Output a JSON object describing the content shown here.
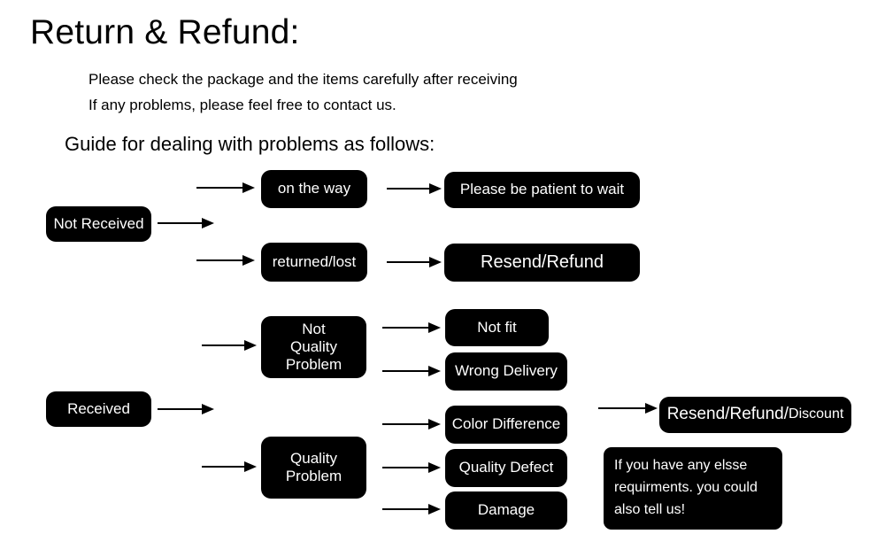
{
  "header": {
    "title": "Return & Refund:",
    "intro_line_1": "Please check the package and the items carefully after receiving",
    "intro_line_2": "If any problems, please feel free to contact us.",
    "guide_heading": "Guide for dealing with problems as follows:"
  },
  "colors": {
    "node_background": "#000000",
    "node_text": "#ffffff",
    "page_background": "#ffffff",
    "arrow": "#000000"
  },
  "flowchart": {
    "type": "diagram",
    "branches": [
      {
        "root": "Not Received",
        "children": [
          {
            "label": "on the way",
            "outcome": "Please be patient to wait"
          },
          {
            "label": "returned/lost",
            "outcome": "Resend/Refund"
          }
        ]
      },
      {
        "root": "Received",
        "children": [
          {
            "label": "Not Quality Problem",
            "outcome": [
              "Not fit",
              "Wrong Delivery"
            ]
          },
          {
            "label": "Quality Problem",
            "outcome": [
              "Color Difference",
              "Quality Defect",
              "Damage"
            ]
          }
        ]
      }
    ]
  },
  "nodes": {
    "not_received": "Not Received",
    "on_the_way": "on the way",
    "returned_lost": "returned/lost",
    "please_be_patient": "Please be patient to wait",
    "resend_refund": "Resend/Refund",
    "received": "Received",
    "not_quality_problem": {
      "line1": "Not",
      "line2": "Quality",
      "line3": "Problem"
    },
    "quality_problem": {
      "line1": "Quality",
      "line2": "Problem"
    },
    "not_fit": "Not fit",
    "wrong_delivery": "Wrong Delivery",
    "color_difference": "Color Difference",
    "quality_defect": "Quality Defect",
    "damage": "Damage",
    "final_outcome": {
      "main": "Resend/Refund/",
      "small": "Discount"
    },
    "note": {
      "line1": "If you have any elsse",
      "line2": "requirments. you could",
      "line3": "also tell us!"
    }
  }
}
